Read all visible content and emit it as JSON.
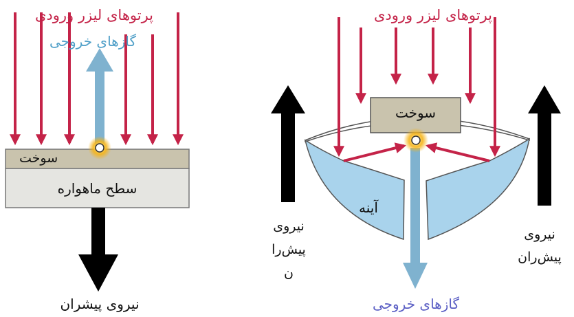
{
  "left": {
    "incoming_laser_label": "پرتوهای لیزر ورودی",
    "exhaust_label": "گازهای خروجی",
    "fuel_label": "سوخت",
    "satellite_surface_label": "سطح ماهواره",
    "thrust_label": "نیروی پیشران"
  },
  "right": {
    "incoming_laser_label": "پرتوهای لیزر ورودی",
    "fuel_label": "سوخت",
    "mirror_label": "آینه",
    "thrust_left_line1": "نیروی",
    "thrust_left_line2": "پیش‌را",
    "thrust_left_line3": "ن",
    "thrust_right_line1": "نیروی",
    "thrust_right_line2": "پیش‌ران",
    "exhaust_label": "گازهای خروجی"
  },
  "colors": {
    "laser": "#c42348",
    "exhaust": "#7fb2cf",
    "mirror": "#a9d3ec",
    "fuel": "#c9c3ad",
    "surface": "#e5e5e1",
    "thrust": "#000000",
    "exhaust_text": "#5a5ec4",
    "glow": "#f5b41a"
  }
}
